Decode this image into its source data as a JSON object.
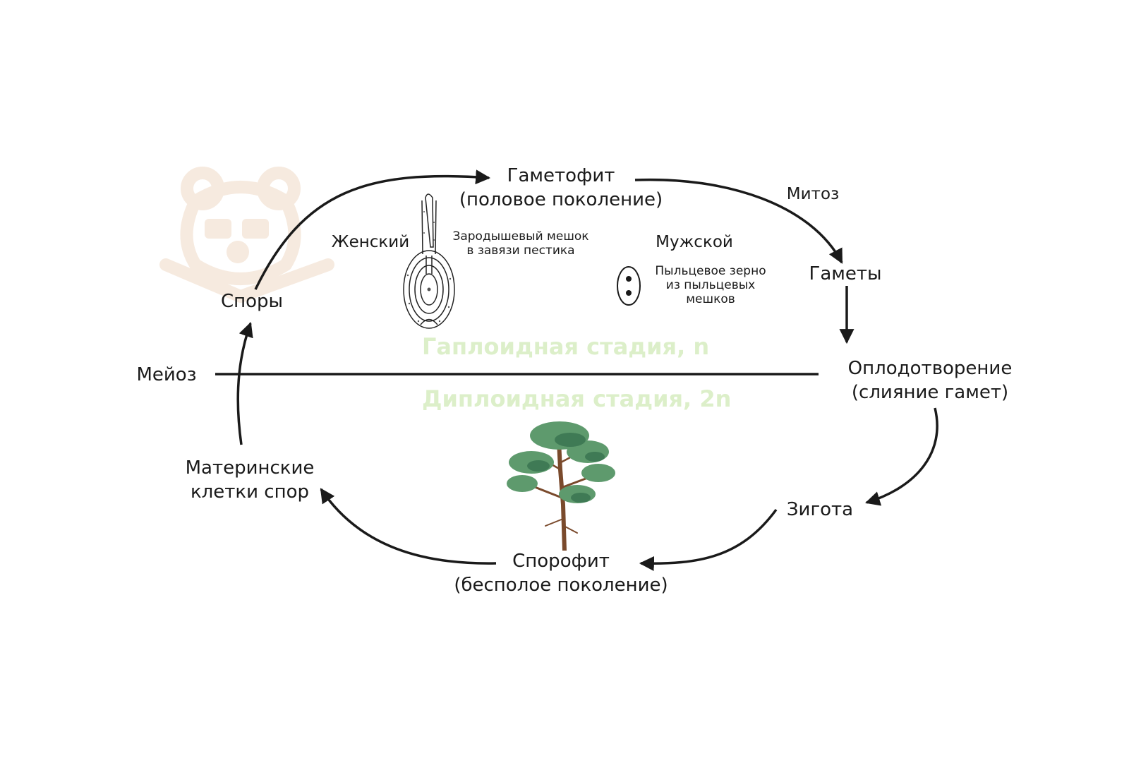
{
  "colors": {
    "ink": "#1a1a1a",
    "stage_text": "#dcefc9",
    "watermark": "#f6eadf",
    "foliage": "#5e9a6d",
    "foliage_dark": "#3f7a55",
    "trunk": "#7a4a2c"
  },
  "icons": [
    "bear-watermark-icon",
    "embryo-sac-icon",
    "pollen-grain-icon",
    "pine-tree-icon"
  ],
  "diagram": {
    "gametophyte": {
      "line1": "Гаметофит",
      "line2": "(половое поколение)"
    },
    "mitosis": "Митоз",
    "gametes": "Гаметы",
    "fertilization": {
      "line1": "Оплодотворение",
      "line2": "(слияние гамет)"
    },
    "zygote": "Зигота",
    "sporophyte": {
      "line1": "Спорофит",
      "line2": "(бесполое поколение)"
    },
    "mother_cells": {
      "line1": "Материнские",
      "line2": "клетки спор"
    },
    "meiosis": "Мейоз",
    "spores": "Споры",
    "female": {
      "label": "Женский",
      "desc1": "Зародышевый мешок",
      "desc2": "в завязи пестика"
    },
    "male": {
      "label": "Мужской",
      "desc1": "Пыльцевое зерно",
      "desc2": "из пыльцевых",
      "desc3": "мешков"
    },
    "haploid": "Гаплоидная стадия, n",
    "diploid": "Диплоидная стадия, 2n"
  }
}
